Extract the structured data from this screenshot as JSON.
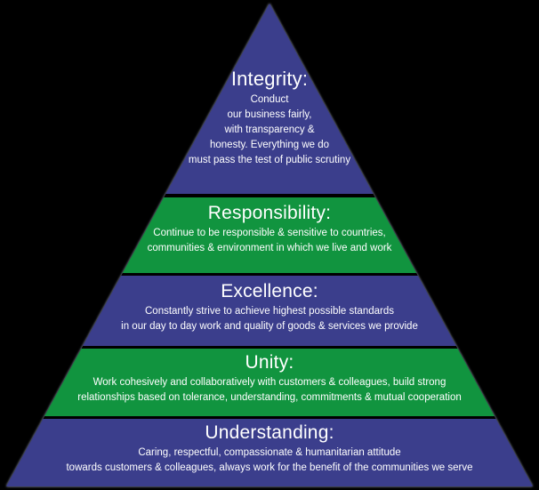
{
  "background_color": "#000000",
  "colors": {
    "blue": "#3B3E8C",
    "green": "#11943F",
    "gap": "#000000",
    "text": "#FFFFFF",
    "edge_highlight": "#BEC8E1"
  },
  "pyramid": {
    "description": "Corporate values pyramid, five layers, apex at top",
    "levels": [
      {
        "title": "Integrity:",
        "color": "blue",
        "lines": [
          "Conduct",
          "our business fairly,",
          "with transparency &",
          "honesty. Everything we do",
          "must pass the test of public scrutiny"
        ]
      },
      {
        "title": "Responsibility:",
        "color": "green",
        "lines": [
          "Continue to be responsible & sensitive to countries,",
          "communities & environment in which we live and work"
        ]
      },
      {
        "title": "Excellence:",
        "color": "blue",
        "lines": [
          "Constantly strive to achieve highest possible standards",
          "in our day to day work and quality of goods & services we provide"
        ]
      },
      {
        "title": "Unity:",
        "color": "green",
        "lines": [
          "Work cohesively and collaboratively with customers & colleagues, build strong",
          "relationships based on tolerance, understanding, commitments & mutual cooperation"
        ]
      },
      {
        "title": "Understanding:",
        "color": "blue",
        "lines": [
          "Caring, respectful, compassionate &  humanitarian attitude",
          "towards customers & colleagues, always work for the benefit of the communities we serve"
        ]
      }
    ]
  }
}
